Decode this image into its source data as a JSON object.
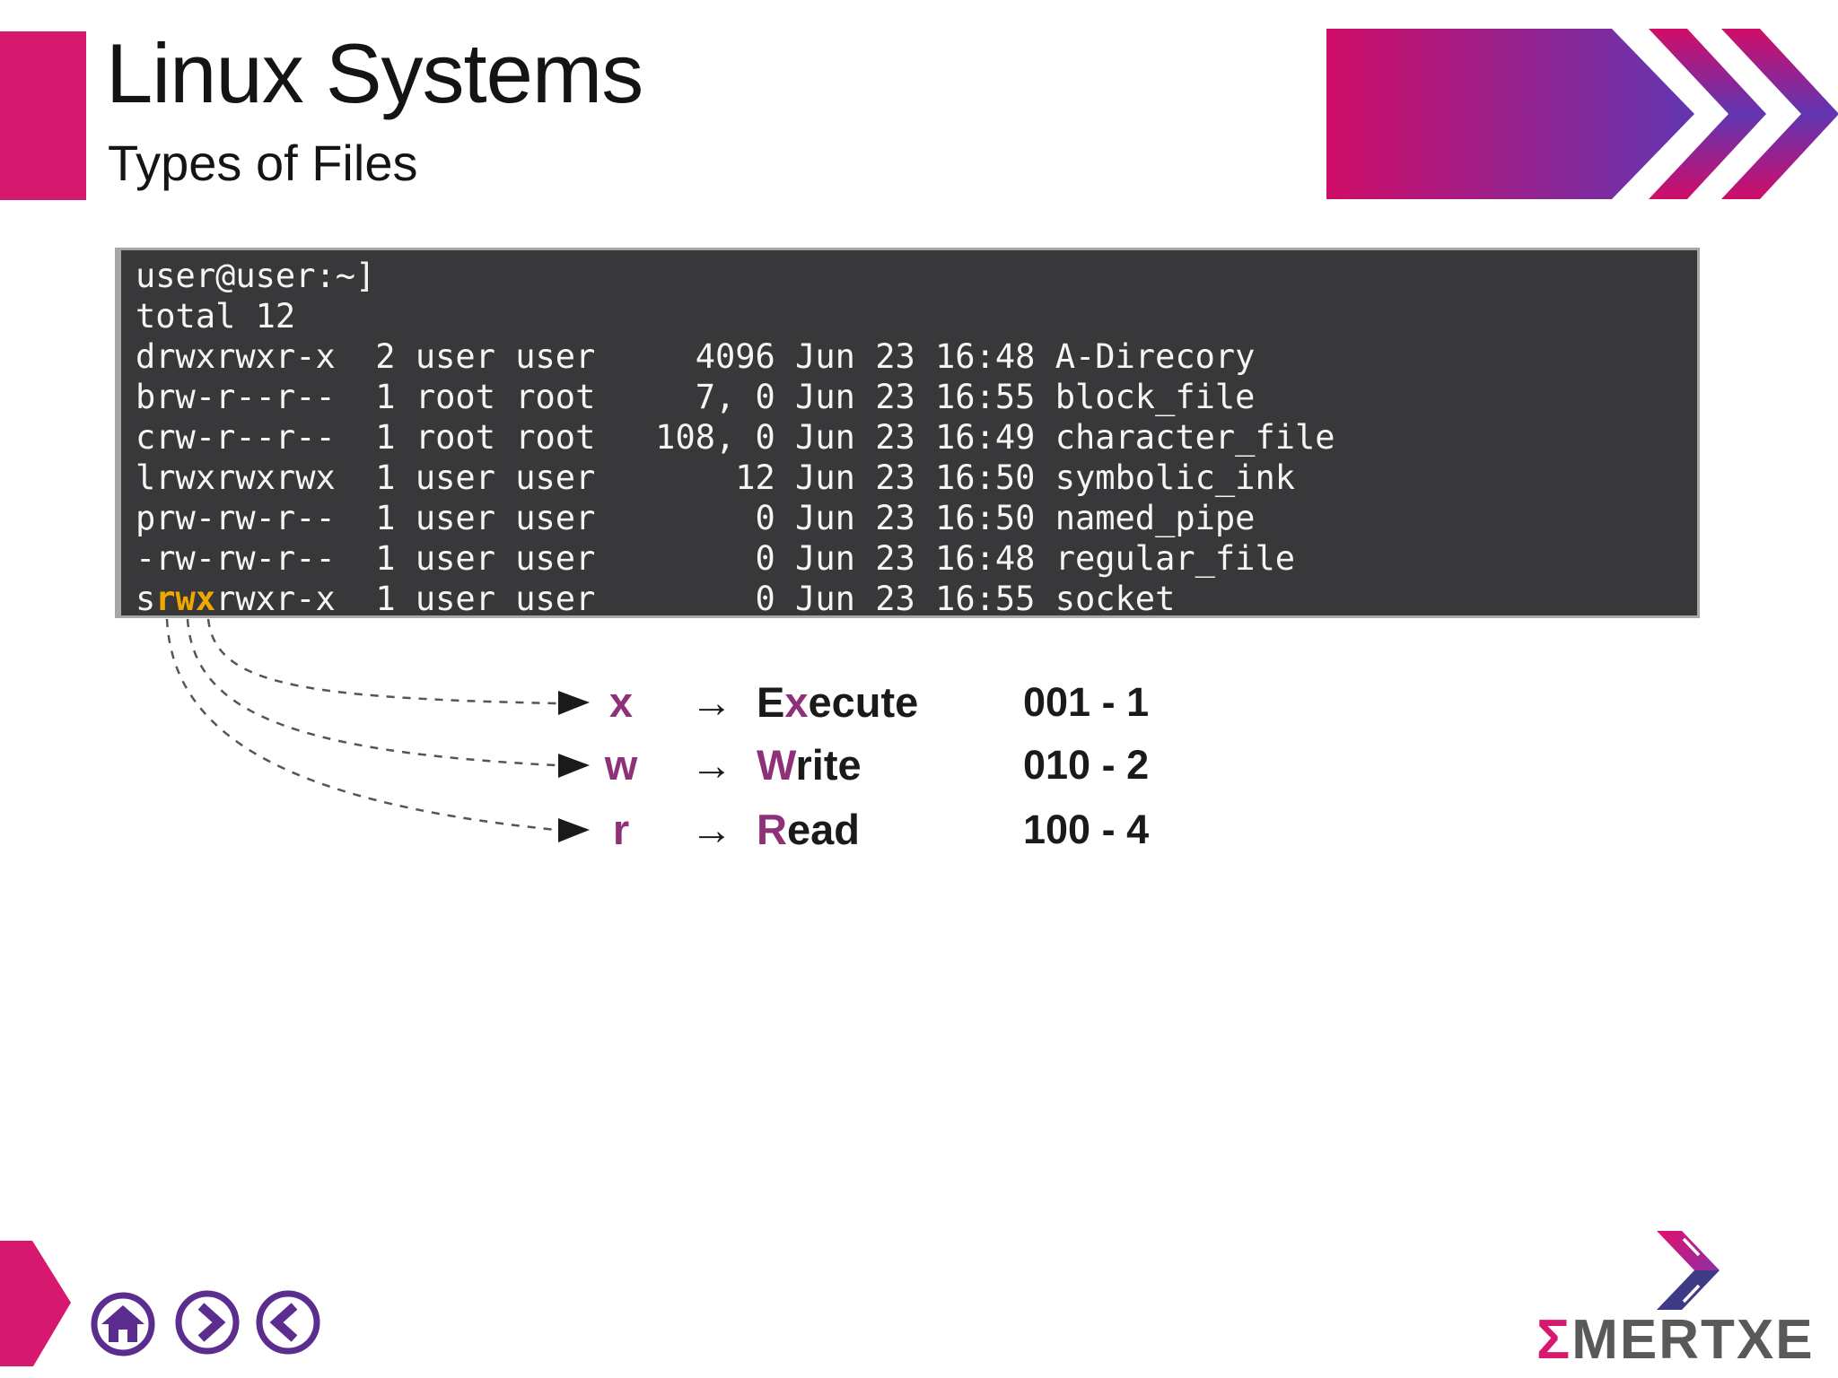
{
  "header": {
    "title": "Linux Systems",
    "subtitle": "Types of Files"
  },
  "terminal": {
    "lines": [
      "user@user:~]",
      "total 12",
      "drwxrwxr-x  2 user user     4096 Jun 23 16:48 A-Direcory",
      "brw-r--r--  1 root root     7, 0 Jun 23 16:55 block_file",
      "crw-r--r--  1 root root   108, 0 Jun 23 16:49 character_file",
      "lrwxrwxrwx  1 user user       12 Jun 23 16:50 symbolic_ink",
      "prw-rw-r--  1 user user        0 Jun 23 16:50 named_pipe",
      "-rw-rw-r--  1 user user        0 Jun 23 16:48 regular_file"
    ],
    "last_line": {
      "prefix": "s",
      "highlight": "rwx",
      "suffix": "rwxr-x  1 user user        0 Jun 23 16:55 socket"
    }
  },
  "legend": {
    "map_arrow": "→",
    "rows": [
      {
        "letter": "x",
        "word_pre": "E",
        "word_hl": "x",
        "word_post": "ecute",
        "code": "001 - 1"
      },
      {
        "letter": "w",
        "word_pre": "",
        "word_hl": "W",
        "word_post": "rite",
        "code": "010 - 2"
      },
      {
        "letter": "r",
        "word_pre": "",
        "word_hl": "R",
        "word_post": "ead",
        "code": "100 - 4"
      }
    ]
  },
  "footer": {
    "logo_sigma": "Σ",
    "logo_text": "MERTXE"
  },
  "colors": {
    "accent_pink": "#d6196e",
    "gradient_purple": "#6136b2",
    "nav_purple": "#5b2d8f",
    "legend_purple": "#8e3179",
    "highlight_gold": "#f0a800",
    "terminal_bg": "#38383a",
    "logo_gray": "#58595b"
  }
}
